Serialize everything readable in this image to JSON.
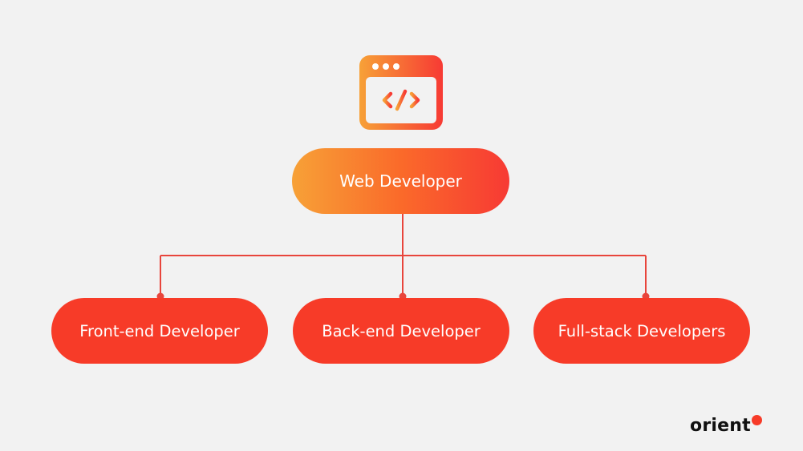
{
  "diagram": {
    "root": {
      "label": "Web Developer",
      "icon": "code-browser-icon"
    },
    "children": [
      {
        "label": "Front-end Developer"
      },
      {
        "label": "Back-end Developer"
      },
      {
        "label": "Full-stack Developers"
      }
    ]
  },
  "brand": {
    "logo_text": "orient"
  },
  "colors": {
    "background": "#f2f2f2",
    "accent_red": "#f73b28",
    "gradient_start": "#f7a137",
    "gradient_end": "#f73a34",
    "connector": "#e8453c",
    "logo_text": "#111111"
  }
}
